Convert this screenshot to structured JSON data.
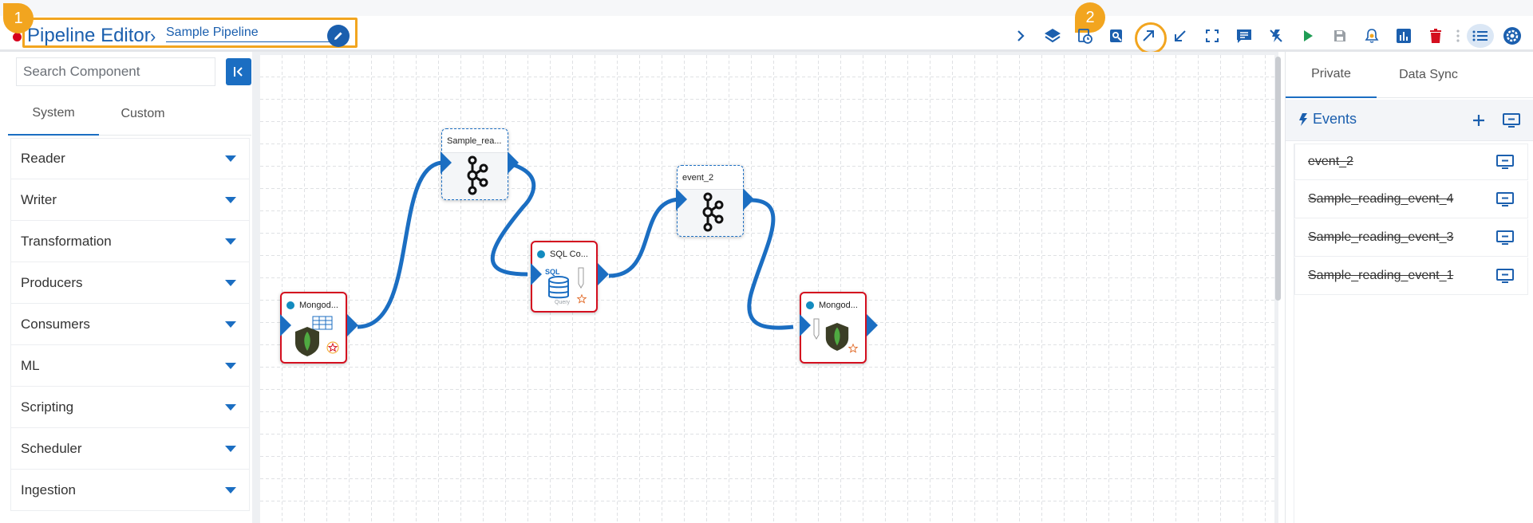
{
  "header": {
    "title": "Pipeline Editor",
    "separator": "›",
    "pipeline_name": "Sample Pipeline",
    "callouts": [
      "1",
      "2"
    ]
  },
  "toolbar": {
    "icons": [
      "chevron-right-icon",
      "layers-icon",
      "history-icon",
      "search-preview-icon",
      "expand-arrow-icon",
      "collapse-arrow-icon",
      "fullscreen-icon",
      "comment-icon",
      "flash-off-icon",
      "play-icon",
      "save-icon",
      "alert-bell-icon",
      "bar-chart-icon",
      "delete-icon",
      "more-vertical-icon",
      "list-icon",
      "settings-icon"
    ]
  },
  "left_panel": {
    "search_placeholder": "Search Component",
    "tabs": [
      "System",
      "Custom"
    ],
    "categories": [
      "Reader",
      "Writer",
      "Transformation",
      "Producers",
      "Consumers",
      "ML",
      "Scripting",
      "Scheduler",
      "Ingestion"
    ]
  },
  "canvas": {
    "nodes": [
      {
        "label": "Mongod...",
        "kind": "mongodb-reader"
      },
      {
        "label": "Sample_rea...",
        "kind": "kafka-event"
      },
      {
        "label": "SQL Co...",
        "kind": "sql-component",
        "body_text": "SQL",
        "caption": "Query"
      },
      {
        "label": "event_2",
        "kind": "kafka-event"
      },
      {
        "label": "Mongod...",
        "kind": "mongodb-writer"
      }
    ]
  },
  "right_panel": {
    "tabs": [
      "Private",
      "Data Sync"
    ],
    "events_title": "Events",
    "events": [
      "event_2",
      "Sample_reading_event_4",
      "Sample_reading_event_3",
      "Sample_reading_event_1"
    ]
  },
  "colors": {
    "brand_blue": "#1b6ec2",
    "highlight_orange": "#f2a51f",
    "node_red": "#d40f1f",
    "mongo_green": "#4faa41"
  }
}
